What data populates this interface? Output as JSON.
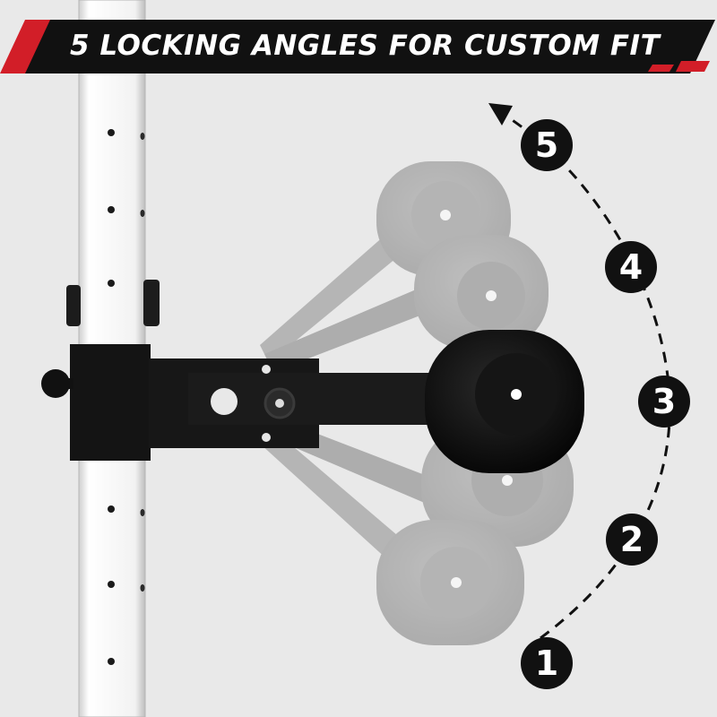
{
  "banner": {
    "title": "5 LOCKING ANGLES FOR CUSTOM FIT",
    "colors": {
      "bar": "#111111",
      "accent": "#d21e28"
    }
  },
  "angles": [
    {
      "label": "1"
    },
    {
      "label": "2"
    },
    {
      "label": "3"
    },
    {
      "label": "4"
    },
    {
      "label": "5"
    }
  ],
  "colors": {
    "background": "#e9e9e9",
    "upright": "#f4f4f4",
    "steel": "#151515",
    "ghost": "#8e8e8e"
  }
}
